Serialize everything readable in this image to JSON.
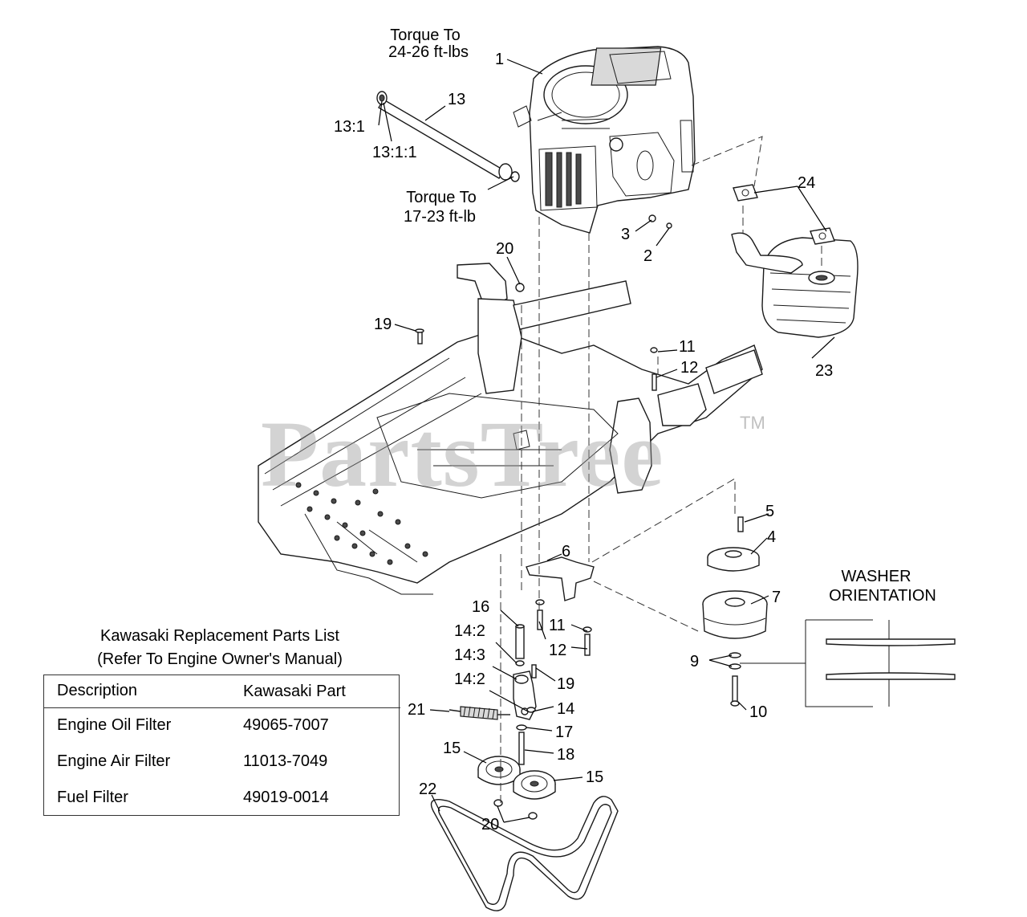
{
  "torque_notes": {
    "upper": [
      "Torque To",
      "24-26 ft-lbs"
    ],
    "lower": [
      "Torque To",
      "17-23 ft-lb"
    ]
  },
  "callouts": {
    "c1": "1",
    "c2": "2",
    "c3": "3",
    "c4": "4",
    "c5": "5",
    "c6": "6",
    "c7": "7",
    "c9": "9",
    "c10": "10",
    "c11a": "11",
    "c11b": "11",
    "c12a": "12",
    "c12b": "12",
    "c13": "13",
    "c13_1": "13:1",
    "c13_1_1": "13:1:1",
    "c14": "14",
    "c14_2a": "14:2",
    "c14_3": "14:3",
    "c14_2b": "14:2",
    "c15a": "15",
    "c15b": "15",
    "c16": "16",
    "c17": "17",
    "c18": "18",
    "c19a": "19",
    "c19b": "19",
    "c20a": "20",
    "c20b": "20",
    "c21": "21",
    "c22": "22",
    "c23": "23",
    "c24": "24"
  },
  "washer_orientation": [
    "WASHER",
    "ORIENTATION"
  ],
  "watermark": {
    "brand": "PartsTree",
    "tm": "TM"
  },
  "parts_list": {
    "title": [
      "Kawasaki Replacement Parts List",
      "(Refer To Engine Owner's Manual)"
    ],
    "headers": {
      "description": "Description",
      "part": "Kawasaki Part"
    },
    "rows": [
      {
        "description": "Engine Oil Filter",
        "part": "49065-7007"
      },
      {
        "description": "Engine Air Filter",
        "part": "11013-7049"
      },
      {
        "description": "Fuel Filter",
        "part": "49019-0014"
      }
    ]
  }
}
